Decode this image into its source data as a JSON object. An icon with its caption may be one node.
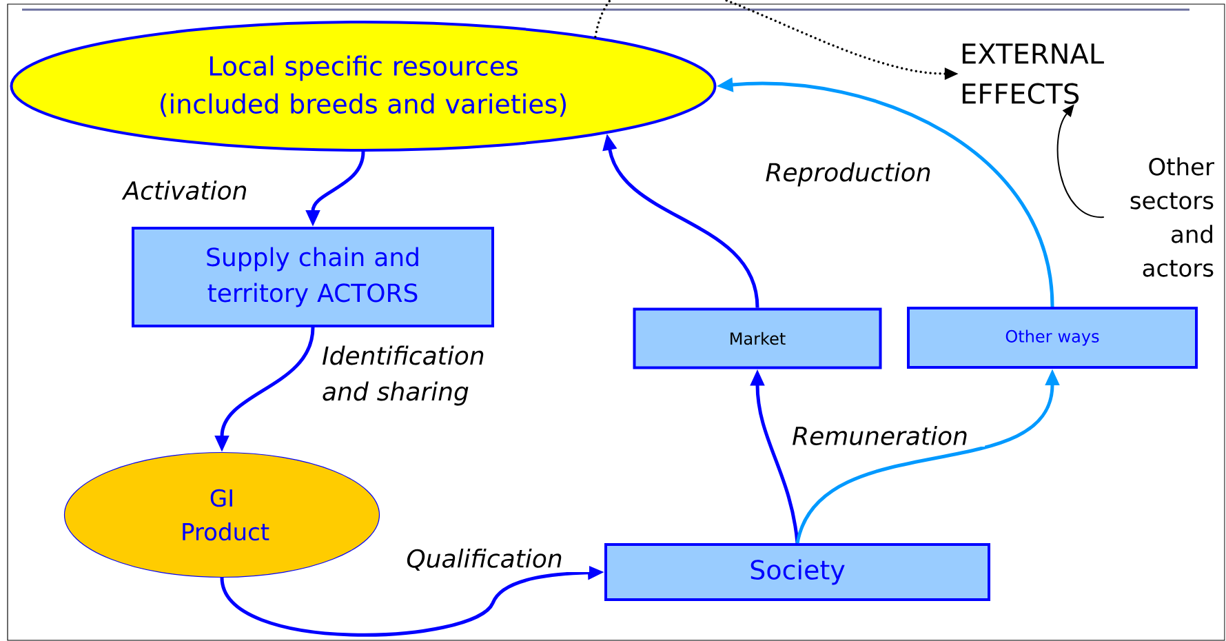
{
  "diagram": {
    "nodes": [
      {
        "text": [
          "Local specific resources (included breeds and varieties)"
        ]
      },
      {
        "text": [
          "Supply chain and territory ACTORS"
        ]
      },
      {
        "text": [
          "GI Product"
        ]
      },
      {
        "text": [
          "Society"
        ]
      },
      {
        "text": [
          "Market"
        ]
      },
      {
        "text": [
          "Other ways"
        ]
      },
      {
        "text": [
          "EXTERNAL EFFECTS"
        ]
      },
      {
        "text": [
          "Other sectors and actors"
        ]
      }
    ],
    "edges": [
      {
        "from": 0,
        "to": 1,
        "arrow": "to",
        "label": "Activation"
      },
      {
        "from": 1,
        "to": 2,
        "arrow": "to",
        "label": "Identification and sharing"
      },
      {
        "from": 2,
        "to": 3,
        "arrow": "to",
        "label": "Qualification"
      },
      {
        "from": 3,
        "to": 4,
        "arrow": "to",
        "label": "Remuneration"
      },
      {
        "from": 3,
        "to": 5,
        "arrow": "to",
        "color": "#0099ff"
      },
      {
        "from": 4,
        "to": 0,
        "arrow": "to",
        "label": "Reproduction"
      },
      {
        "from": 5,
        "to": 0,
        "arrow": "to",
        "color": "#0099ff"
      },
      {
        "from": 0,
        "to": 6,
        "arrow": "to",
        "style": "dashed",
        "color": "#000000"
      },
      {
        "from": 7,
        "to": 6,
        "arrow": "to",
        "color": "#000000"
      }
    ]
  }
}
